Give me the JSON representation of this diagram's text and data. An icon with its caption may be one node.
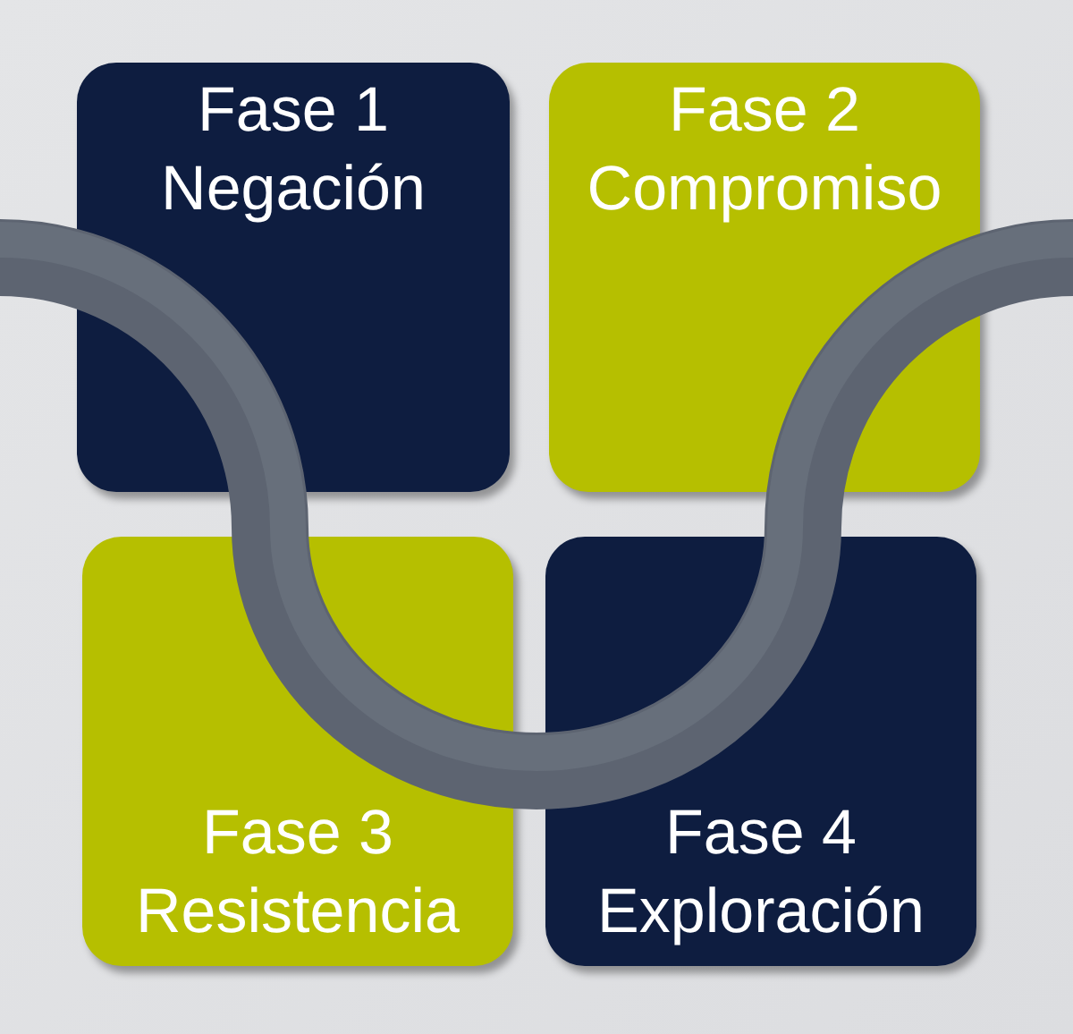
{
  "diagram": {
    "nodes": [
      {
        "text": [
          "Fase 1",
          "Negación"
        ]
      },
      {
        "text": [
          "Fase 2",
          "Compromiso"
        ]
      },
      {
        "text": [
          "Fase 3",
          "Resistencia"
        ]
      },
      {
        "text": [
          "Fase 4",
          "Exploración"
        ]
      }
    ]
  }
}
